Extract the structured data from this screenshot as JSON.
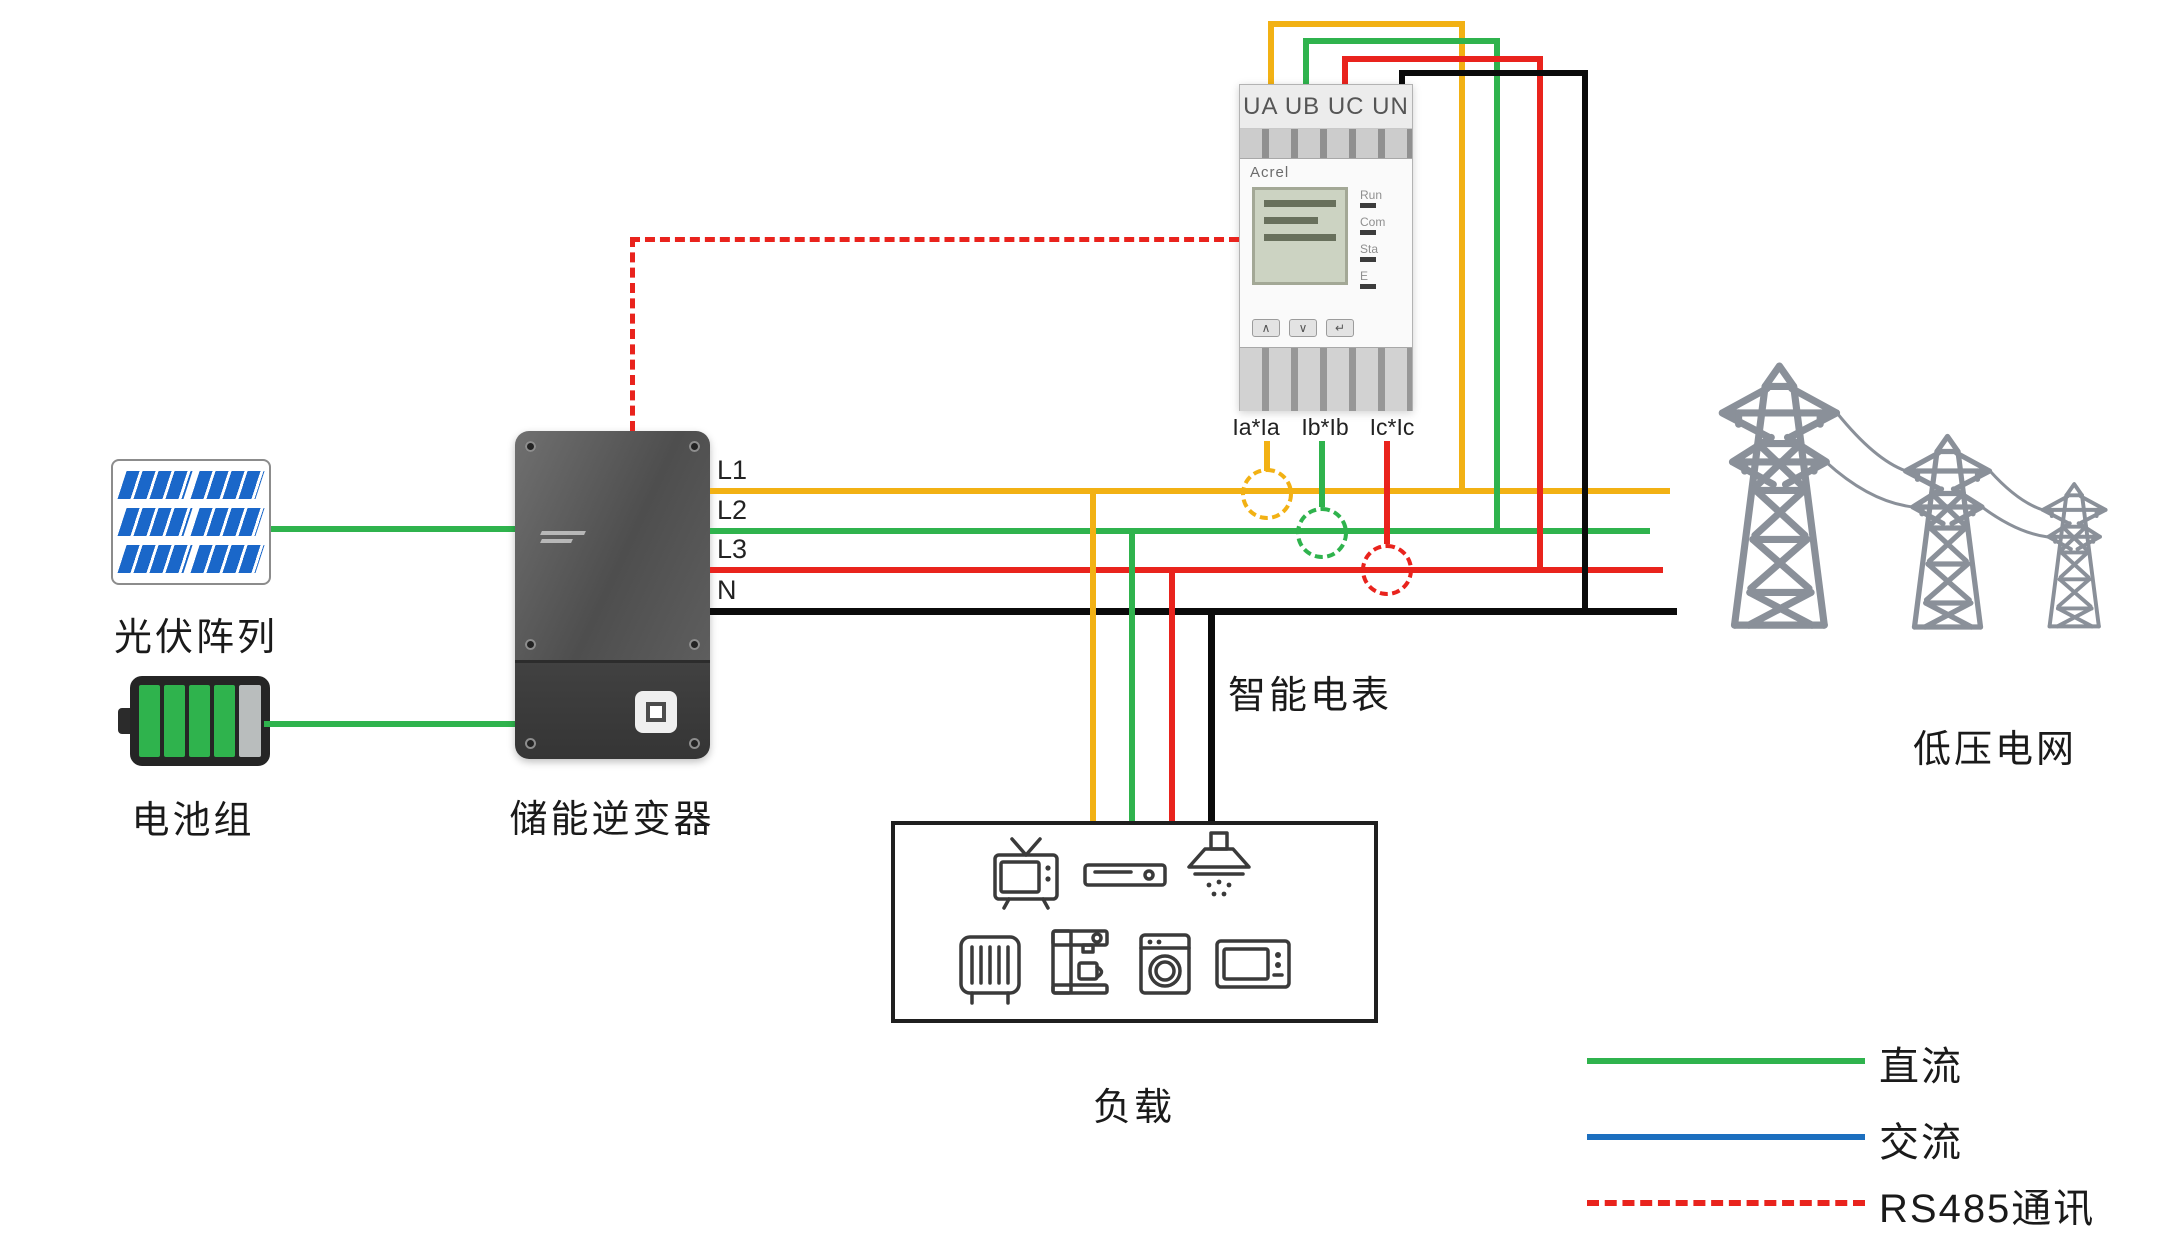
{
  "nodes": {
    "pv": {
      "label": "光伏阵列"
    },
    "battery": {
      "label": "电池组"
    },
    "inverter": {
      "label": "储能逆变器"
    },
    "meter": {
      "label": "智能电表"
    },
    "grid": {
      "label": "低压电网"
    },
    "load": {
      "label": "负载"
    }
  },
  "meter": {
    "top_terminals": "UA UB UC UN",
    "brand": "Acrel",
    "indicators": [
      "Run",
      "Com",
      "Sta",
      "E"
    ],
    "buttons": [
      "∧",
      "∨",
      "↵"
    ],
    "bottom_terminals": [
      "Ia*Ia",
      "Ib*Ib",
      "Ic*Ic"
    ]
  },
  "bus": {
    "l1": "L1",
    "l2": "L2",
    "l3": "L3",
    "n": "N"
  },
  "legend": {
    "dc": "直流",
    "ac": "交流",
    "rs485": "RS485通讯"
  },
  "colors": {
    "yellow": "#F2B114",
    "green": "#2FB34D",
    "red": "#E9231D",
    "black": "#0B0B0B",
    "blue": "#1C6FBF",
    "panel_blue": "#1A67C9",
    "tower_gray": "#8A9099",
    "appliance_gray": "#3A3A3A"
  }
}
